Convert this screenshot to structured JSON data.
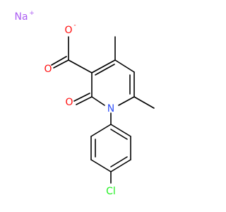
{
  "molecule": {
    "atoms": {
      "sodium": "Na",
      "sodium_charge": "+",
      "carboxylate_oxygen": "O",
      "carboxylate_charge": "-",
      "carbonyl_oxygen_acid": "O",
      "ring_carbonyl_oxygen": "O",
      "ring_nitrogen": "N",
      "chlorine": "Cl"
    },
    "colors": {
      "bond": "#000000",
      "oxygen": "#ff0d0d",
      "nitrogen": "#3050f8",
      "chlorine": "#1ff01f",
      "sodium": "#ab5cf2",
      "carbon": "#000000"
    }
  }
}
